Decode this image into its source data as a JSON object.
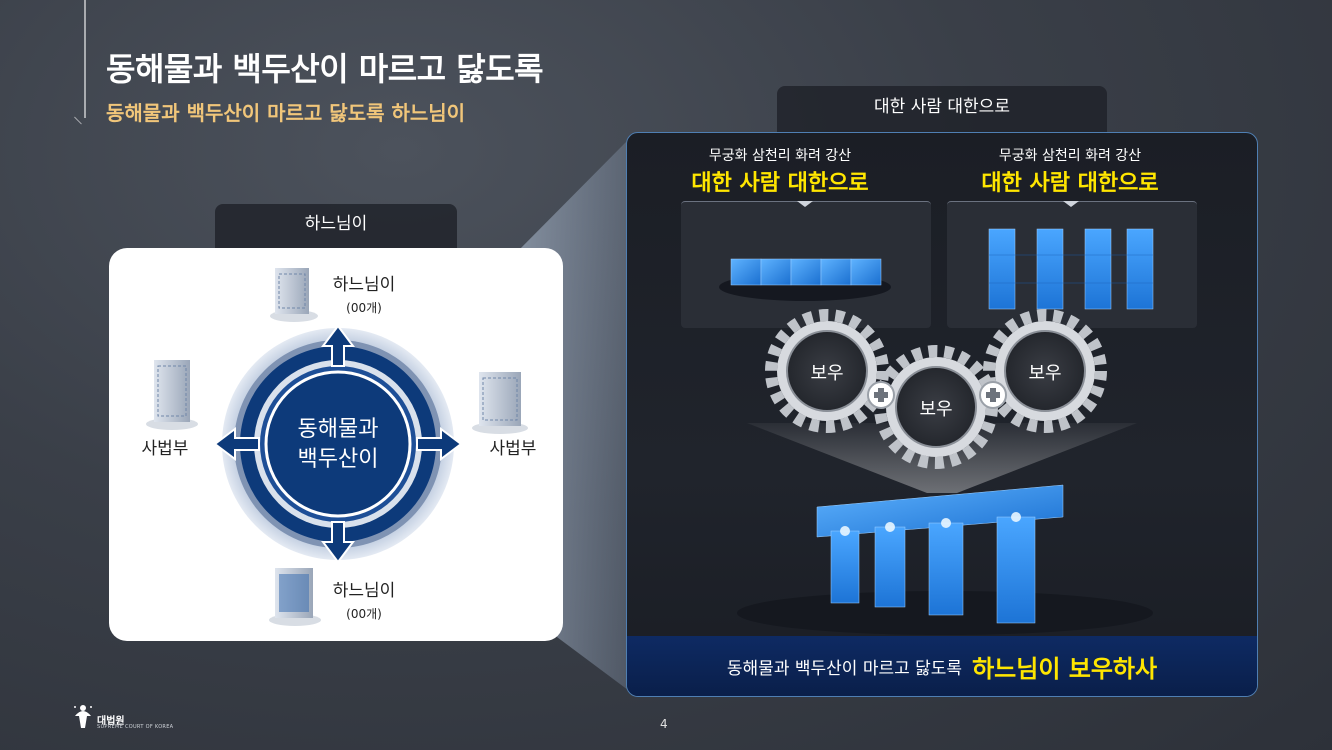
{
  "slide": {
    "title": "동해물과 백두산이 마르고 닳도록",
    "subtitle": "동해물과 백두산이 마르고 닳도록 하느님이",
    "page_number": "4"
  },
  "left_section": {
    "tab_label": "하느님이",
    "center_line1": "동해물과",
    "center_line2": "백두산이",
    "top_node": {
      "label": "하느님이",
      "count": "(00개)"
    },
    "bottom_node": {
      "label": "하느님이",
      "count": "(00개)"
    },
    "left_node": {
      "label": "사법부"
    },
    "right_node": {
      "label": "사법부"
    }
  },
  "right_section": {
    "tab_label": "대한 사람 대한으로",
    "left_caption": {
      "small": "무궁화 삼천리 화려 강산",
      "big": "대한 사람 대한으로"
    },
    "right_caption": {
      "small": "무궁화 삼천리 화려 강산",
      "big": "대한 사람 대한으로"
    },
    "gears": [
      "보우",
      "보우",
      "보우"
    ],
    "bottom_normal": "동해물과 백두산이 마르고 닳도록",
    "bottom_highlight": "하느님이 보우하사"
  },
  "footer": {
    "logo_text": "대법원",
    "logo_sub": "SUPREME COURT OF KOREA"
  },
  "colors": {
    "title": "#ffffff",
    "subtitle": "#f1c67a",
    "highlight_yellow": "#ffe600",
    "navy": "#0d3a7a",
    "block_blue": "#2f8be8"
  }
}
